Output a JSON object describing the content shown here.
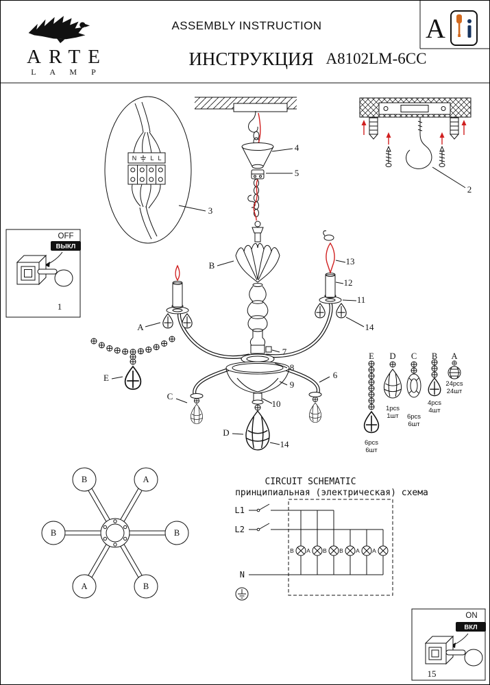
{
  "colors": {
    "ink": "#111111",
    "accent_red": "#d01f1f",
    "tool_orange": "#d2691e",
    "info_navy": "#16335e"
  },
  "icons": {
    "logo": "eagle-logo-icon",
    "corner_tool": "screwdriver-icon",
    "corner_info": "info-icon",
    "terminal_ground": "earth-ground-icon",
    "circuit_ground": "earth-ground-icon",
    "off_hand": "pointing-hand-icon",
    "on_hand": "pointing-hand-icon"
  },
  "header": {
    "brand_top": "ARTE",
    "brand_bottom": "L A M P",
    "title_en": "ASSEMBLY INSTRUCTION",
    "title_ru": "ИНСТРУКЦИЯ",
    "model": "A8102LM-6CC",
    "corner_letter": "A"
  },
  "switch_off": {
    "label_en": "OFF",
    "label_ru": "ВЫКЛ",
    "step": "1"
  },
  "switch_on": {
    "label_en": "ON",
    "label_ru": "ВКЛ",
    "step": "15"
  },
  "terminal": {
    "n": "N",
    "l1": "L",
    "l2": "L"
  },
  "callouts": {
    "c2": "2",
    "c3": "3",
    "c4": "4",
    "c5": "5",
    "c6": "6",
    "c7": "7",
    "c8": "8",
    "c9": "9",
    "c10": "10",
    "c11": "11",
    "c12": "12",
    "c13": "13",
    "c14a": "14",
    "c14b": "14",
    "a": "A",
    "b": "B",
    "c": "C",
    "d": "D",
    "e": "E"
  },
  "parts_legend": {
    "items": [
      {
        "letter": "E",
        "qty_en": "6pcs",
        "qty_ru": "6шт"
      },
      {
        "letter": "D",
        "qty_en": "1pcs",
        "qty_ru": "1шт"
      },
      {
        "letter": "C",
        "qty_en": "6pcs",
        "qty_ru": "6шт"
      },
      {
        "letter": "B",
        "qty_en": "4pcs",
        "qty_ru": "4шт"
      },
      {
        "letter": "A",
        "qty_en": "24pcs",
        "qty_ru": "24шт"
      }
    ]
  },
  "top_view": {
    "labels": [
      "B",
      "A",
      "B",
      "B",
      "A",
      "B"
    ]
  },
  "circuit": {
    "title_en": "CIRCUIT SCHEMATIC",
    "title_ru": "принципиальная (электрическая) схема",
    "line1": "L1",
    "line2": "L2",
    "neutral": "N",
    "lamps": [
      "B",
      "A",
      "B",
      "B",
      "A",
      "A"
    ]
  }
}
